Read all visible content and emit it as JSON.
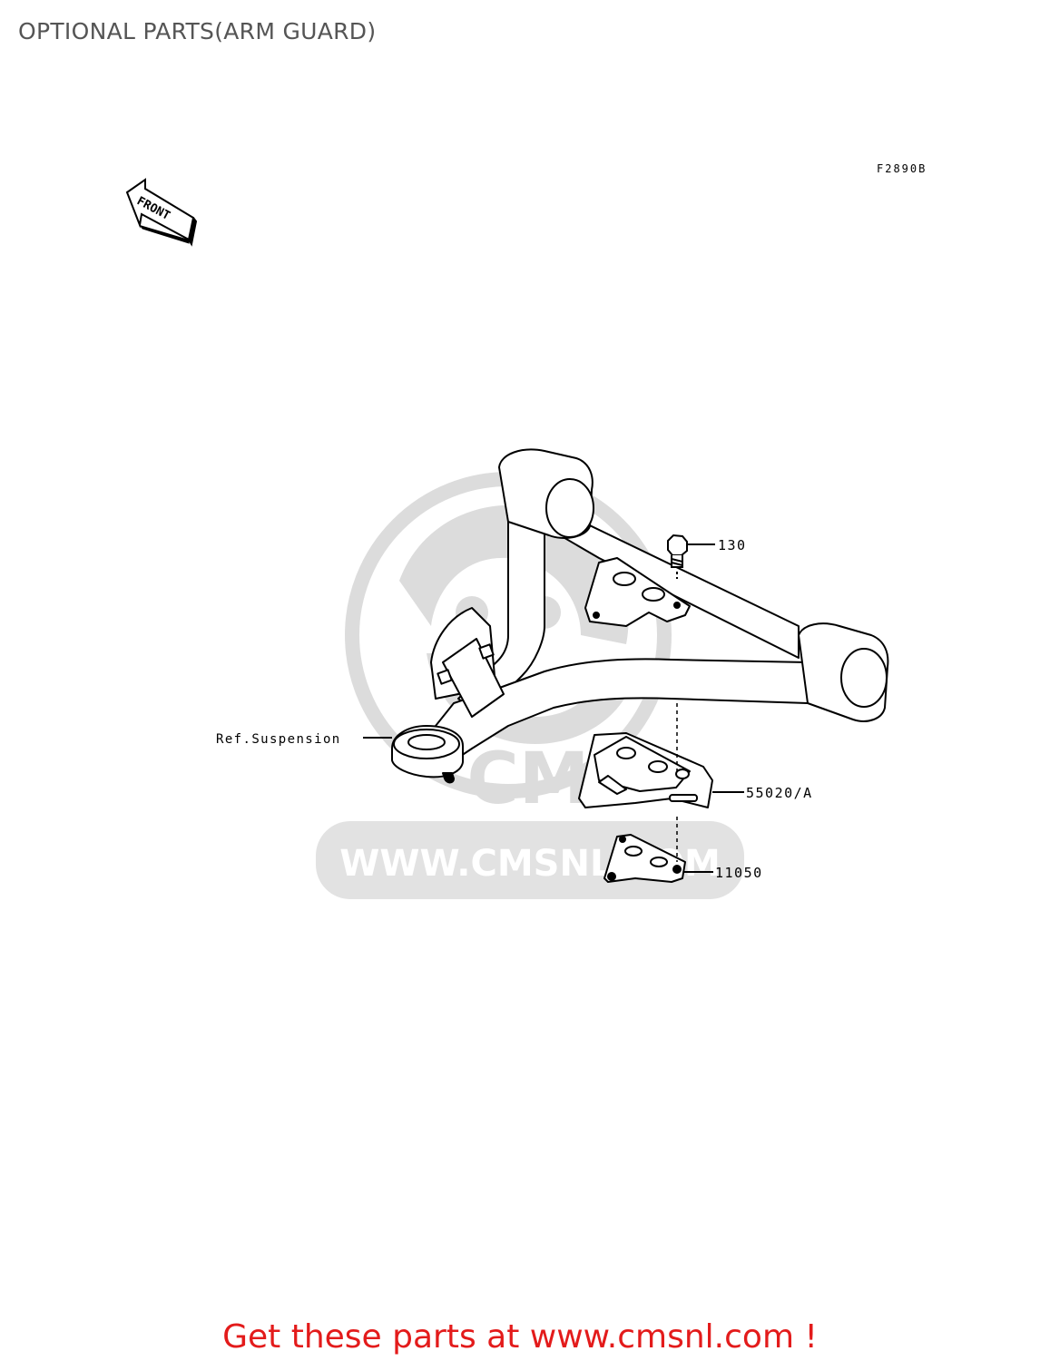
{
  "page": {
    "title": "OPTIONAL PARTS(ARM GUARD)"
  },
  "diagram": {
    "figure_code": "F2890B",
    "front_label": "FRONT",
    "watermark_text": "WWW.CMSNL.COM",
    "watermark_logo_text": "CMS",
    "callouts": [
      {
        "label": "130"
      },
      {
        "label": "Ref.Suspension"
      },
      {
        "label": "55020/A"
      },
      {
        "label": "11050"
      }
    ]
  },
  "footer": {
    "text": "Get these parts at www.cmsnl.com !"
  },
  "colors": {
    "title": "#555555",
    "footer": "#e31b1b",
    "line": "#000000",
    "watermark": "#d9d9d9"
  }
}
